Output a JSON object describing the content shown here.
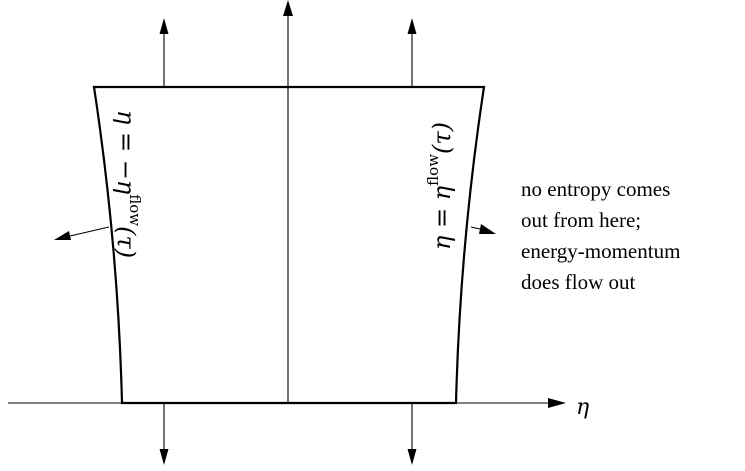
{
  "axis": {
    "horizontal_label": "η"
  },
  "boundaries": {
    "left_equation": {
      "lhs": "η",
      "eq": " = ",
      "minus": "−",
      "rhs": "η",
      "superscript": "flow",
      "argument": "(τ)"
    },
    "right_equation": {
      "lhs": "η",
      "eq": " = ",
      "rhs": "η",
      "superscript": "flow",
      "argument": "(τ)"
    }
  },
  "note": {
    "lines": [
      "no entropy comes",
      "out from here;",
      "energy-momentum",
      "does flow out"
    ]
  }
}
